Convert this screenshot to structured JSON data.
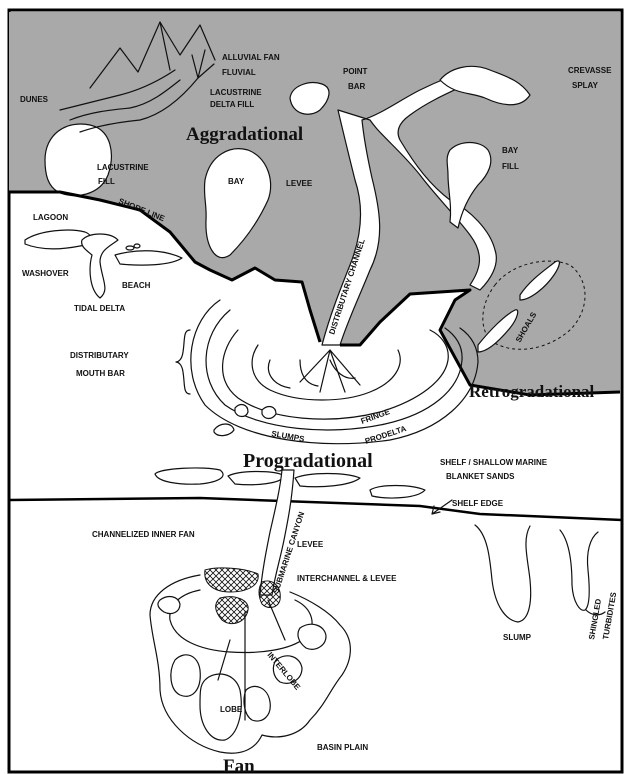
{
  "headings": {
    "aggradational": "Aggradational",
    "progradational": "Progradational",
    "retrogradational": "Retrogradational",
    "fan": "Fan"
  },
  "labels": {
    "dunes": "DUNES",
    "alluvial_fan": "ALLUVIAL FAN",
    "fluvial": "FLUVIAL",
    "lacustrine_delta_fill_1": "LACUSTRINE",
    "lacustrine_delta_fill_2": "DELTA FILL",
    "point_bar_1": "POINT",
    "point_bar_2": "BAR",
    "crevasse_splay_1": "CREVASSE",
    "crevasse_splay_2": "SPLAY",
    "lacustrine_fill_1": "LACUSTRINE",
    "lacustrine_fill_2": "FILL",
    "bay": "BAY",
    "levee_upper": "LEVEE",
    "bay_fill_1": "BAY",
    "bay_fill_2": "FILL",
    "shore_line": "SHORE LINE",
    "lagoon": "LAGOON",
    "washover": "WASHOVER",
    "beach": "BEACH",
    "tidal_delta": "TIDAL DELTA",
    "distributary_channel": "DISTRIBUTARY CHANNEL",
    "shoals": "SHOALS",
    "distributary_mouth_bar_1": "DISTRIBUTARY",
    "distributary_mouth_bar_2": "MOUTH BAR",
    "fringe": "FRINGE",
    "slumps": "SLUMPS",
    "prodelta": "PRODELTA",
    "shelf_marine_1": "SHELF / SHALLOW MARINE",
    "shelf_marine_2": "BLANKET SANDS",
    "shelf_edge": "SHELF EDGE",
    "channelized_inner_fan": "CHANNELIZED INNER FAN",
    "submarine_canyon": "SUBMARINE CANYON",
    "levee_lower": "LEVEE",
    "interchannel_levee": "INTERCHANNEL & LEVEE",
    "slump": "SLUMP",
    "shingled_1": "SHINGLED",
    "shingled_2": "TURBIDITES",
    "interlobe": "INTERLOBE",
    "lobe": "LOBE",
    "basin_plain": "BASIN PLAIN"
  },
  "colors": {
    "land": "#a9a9a9",
    "water": "#ffffff",
    "ink": "#111111"
  }
}
